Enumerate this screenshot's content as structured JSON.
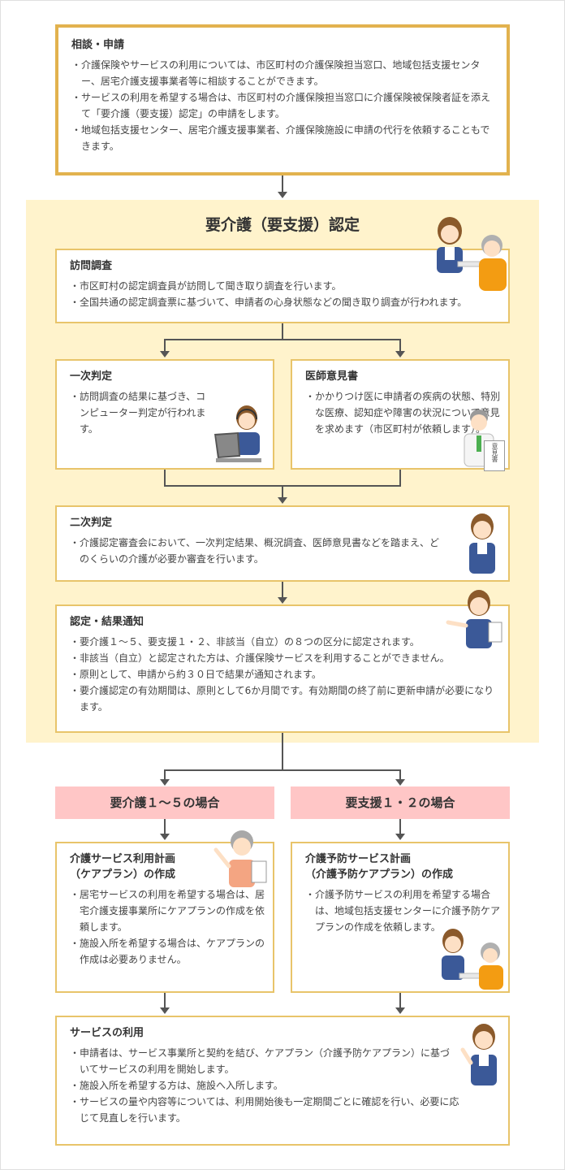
{
  "consult": {
    "title": "相談・申請",
    "items": [
      "介護保険やサービスの利用については、市区町村の介護保険担当窓口、地域包括支援センター、居宅介護支援事業者等に相談することができます。",
      "サービスの利用を希望する場合は、市区町村の介護保険担当窓口に介護保険被保険者証を添えて「要介護（要支援）認定」の申請をします。",
      "地域包括支援センター、居宅介護支援事業者、介護保険施設に申請の代行を依頼することもできます。"
    ]
  },
  "certification_section": {
    "title": "要介護（要支援）認定"
  },
  "visit": {
    "title": "訪問調査",
    "items": [
      "市区町村の認定調査員が訪問して聞き取り調査を行います。",
      "全国共通の認定調査票に基づいて、申請者の心身状態などの聞き取り調査が行われます。"
    ]
  },
  "primary": {
    "title": "一次判定",
    "items": [
      "訪問調査の結果に基づき、コンピューター判定が行われます。"
    ]
  },
  "doctor": {
    "title": "医師意見書",
    "items": [
      "かかりつけ医に申請者の疾病の状態、特別な医療、認知症や障害の状況について意見を求めます（市区町村が依頼します）。"
    ],
    "document_label": "意見書"
  },
  "secondary": {
    "title": "二次判定",
    "items": [
      "介護認定審査会において、一次判定結果、概況調査、医師意見書などを踏まえ、どのくらいの介護が必要か審査を行います。"
    ]
  },
  "notice": {
    "title": "認定・結果通知",
    "items": [
      "要介護１～５、要支援１・２、非該当（自立）の８つの区分に認定されます。",
      "非該当（自立）と認定された方は、介護保険サービスを利用することができません。",
      "原則として、申請から約３０日で結果が通知されます。",
      "要介護認定の有効期間は、原則として6か月間です。有効期間の終了前に更新申請が必要になります。"
    ]
  },
  "branch": {
    "care_label": "要介護１～５の場合",
    "support_label": "要支援１・２の場合"
  },
  "care_plan": {
    "title_line1": "介護サービス利用計画",
    "title_line2": "（ケアプラン）の作成",
    "items": [
      "居宅サービスの利用を希望する場合は、居宅介護支援事業所にケアプランの作成を依頼します。",
      "施設入所を希望する場合は、ケアプランの作成は必要ありません。"
    ]
  },
  "prevention_plan": {
    "title_line1": "介護予防サービス計画",
    "title_line2": "（介護予防ケアプラン）の作成",
    "items": [
      "介護予防サービスの利用を希望する場合は、地域包括支援センターに介護予防ケアプランの作成を依頼します。"
    ]
  },
  "service_use": {
    "title": "サービスの利用",
    "items": [
      "申請者は、サービス事業所と契約を結び、ケアプラン（介護予防ケアプラン）に基づいてサービスの利用を開始します。",
      "施設入所を希望する方は、施設へ入所します。",
      "サービスの量や内容等については、利用開始後も一定期間ごとに確認を行い、必要に応じて見直しを行います。"
    ]
  },
  "icons": [
    "staff-woman-icon",
    "elderly-woman-icon",
    "operator-headset-icon",
    "laptop-icon",
    "doctor-icon",
    "document-icon"
  ],
  "colors": {
    "consult_border": "#e2b24e",
    "box_border": "#e8c46a",
    "section_bg": "#fff3cc",
    "branch_bg": "#ffc6c6",
    "connector": "#555555"
  }
}
